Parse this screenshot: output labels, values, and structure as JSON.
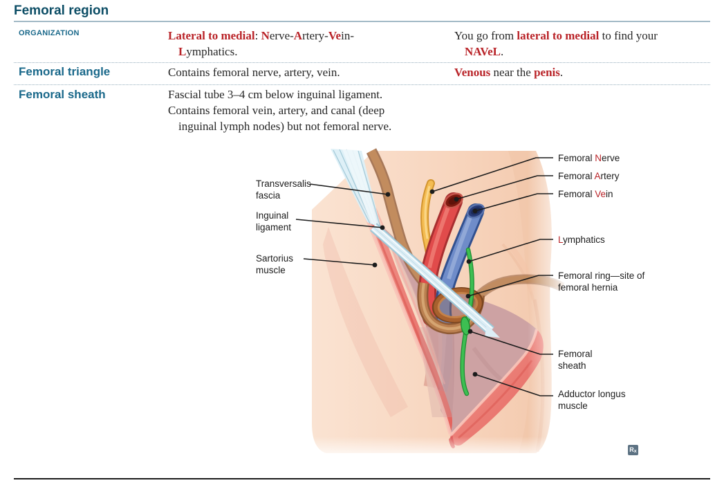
{
  "header": {
    "title": "Femoral region"
  },
  "table": {
    "rows": [
      {
        "label": "ORGANIZATION",
        "text": {
          "red1": "Lateral to medial",
          "colon": ": ",
          "r2": "N",
          "t2": "erve-",
          "r3": "A",
          "t3": "rtery-",
          "r4": "Ve",
          "t4": "in-",
          "r5": "L",
          "t5": "ymphatics."
        },
        "mnemonic": {
          "t1": "You go from ",
          "r1": "lateral to medial",
          "t2": " to find your",
          "r2": "NAVeL",
          "t3": "."
        }
      },
      {
        "label": "Femoral triangle",
        "text": {
          "t1": "Contains femoral nerve, artery, vein."
        },
        "mnemonic": {
          "r1": "Venous",
          "t1": " near the ",
          "r2": "penis",
          "t2": "."
        }
      },
      {
        "label": "Femoral sheath",
        "text": {
          "l1": "Fascial tube 3–4 cm below inguinal ligament.",
          "l2": "Contains femoral vein, artery, and canal (deep",
          "l3": "inguinal lymph nodes) but not femoral nerve."
        }
      }
    ]
  },
  "diagram": {
    "labels": {
      "transversalis": {
        "line1": "Transversalis",
        "line2": "fascia"
      },
      "inguinal": {
        "line1": "Inguinal",
        "line2": "ligament"
      },
      "sartorius": {
        "line1": "Sartorius",
        "line2": "muscle"
      },
      "nerve": {
        "pre": "Femoral ",
        "red": "N",
        "post": "erve"
      },
      "artery": {
        "pre": "Femoral ",
        "red": "A",
        "post": "rtery"
      },
      "vein": {
        "pre": "Femoral ",
        "red": "Ve",
        "post": "in"
      },
      "lymphatics": {
        "pre": "",
        "red": "L",
        "post": "ymphatics"
      },
      "ring": {
        "line1": "Femoral ring—site of",
        "line2": "femoral hernia"
      },
      "sheath": {
        "line1": "Femoral",
        "line2": "sheath"
      },
      "adductor": {
        "line1": "Adductor longus",
        "line2": "muscle"
      }
    }
  },
  "footer": {
    "rx_r": "R",
    "rx_x": "x"
  },
  "colors": {
    "heading_teal": "#0d4e66",
    "label_teal": "#19688a",
    "accent_red": "#b92328",
    "artery_red": "#e14b4b",
    "vein_blue": "#6f8cc9",
    "nerve_yellow": "#f4bc52",
    "lymph_green": "#3dbf52",
    "ring_brown": "#a8612e",
    "ligament_blue": "#dbeef6",
    "muscle_pink": "#ed8a82",
    "skin_peach": "#f8d6c0"
  }
}
